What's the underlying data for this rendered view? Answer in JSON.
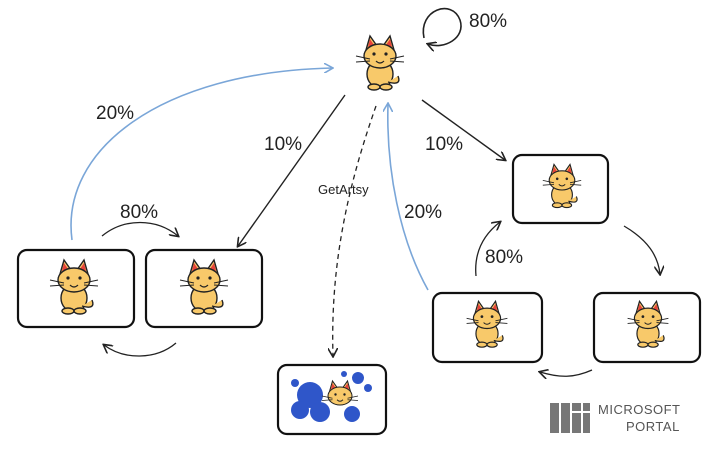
{
  "transitions": {
    "self_loop": "80%",
    "to_left_pair": "10%",
    "to_right_cycle": "10%",
    "left_return": "20%",
    "left_pair_forward": "80%",
    "right_cycle_step": "80%",
    "right_return": "20%",
    "get_artsy": "GetArtsy"
  },
  "logo": {
    "line1": "MICROSOFT",
    "line2": "PORTAL"
  },
  "colors": {
    "arrow_dark": "#222222",
    "arrow_blue": "#7aa6d8",
    "cat_fur": "#f8c96a",
    "paint": "#2f56c9"
  }
}
